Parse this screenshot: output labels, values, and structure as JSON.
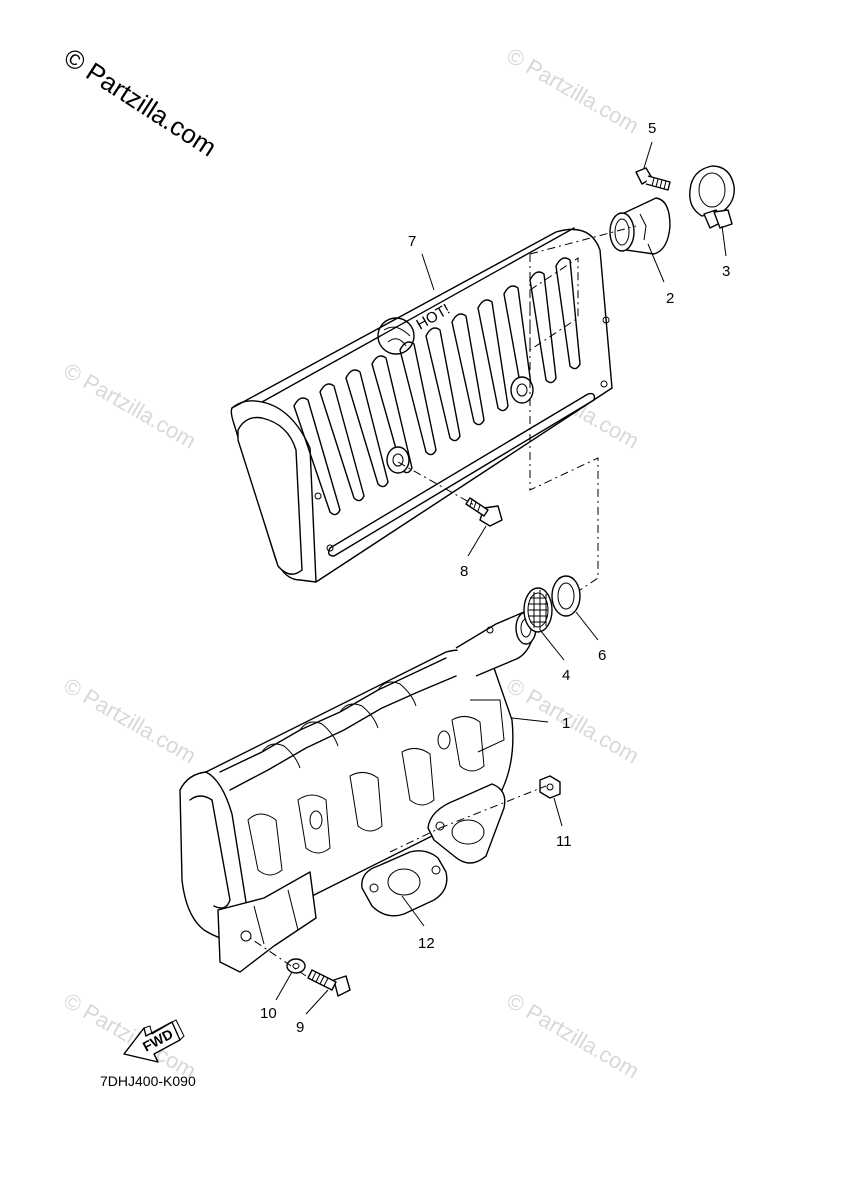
{
  "copyright": "© Partzilla.com",
  "watermark": "© Partzilla.com",
  "diagram_code": "7DHJ400-K090",
  "fwd_label": "FWD",
  "heat_shield_text": "HOT!",
  "callouts": [
    "1",
    "2",
    "3",
    "4",
    "5",
    "6",
    "7",
    "8",
    "9",
    "10",
    "11",
    "12"
  ]
}
